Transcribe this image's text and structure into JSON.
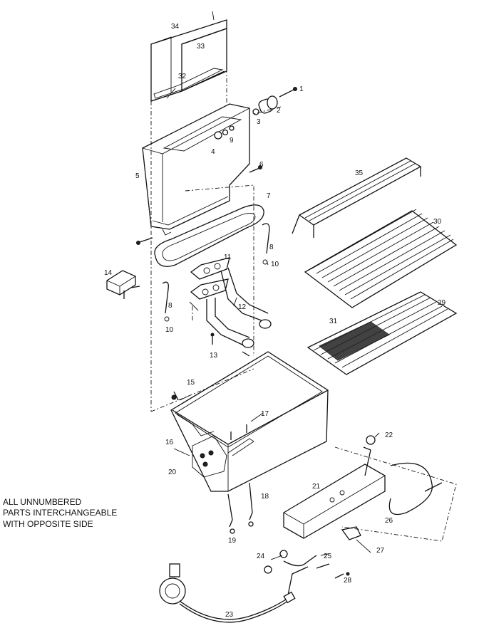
{
  "note": {
    "lines": [
      "ALL UNNUMBERED",
      "PARTS INTERCHANGEABLE",
      "WITH OPPOSITE SIDE"
    ]
  },
  "callouts": [
    {
      "id": "1",
      "label": "1"
    },
    {
      "id": "2",
      "label": "2"
    },
    {
      "id": "3",
      "label": "3"
    },
    {
      "id": "4",
      "label": "4"
    },
    {
      "id": "5",
      "label": "5"
    },
    {
      "id": "6",
      "label": "6"
    },
    {
      "id": "7",
      "label": "7"
    },
    {
      "id": "8a",
      "label": "8"
    },
    {
      "id": "8b",
      "label": "8"
    },
    {
      "id": "9",
      "label": "9"
    },
    {
      "id": "10a",
      "label": "10"
    },
    {
      "id": "10b",
      "label": "10"
    },
    {
      "id": "11",
      "label": "11"
    },
    {
      "id": "12",
      "label": "12"
    },
    {
      "id": "13",
      "label": "13"
    },
    {
      "id": "14",
      "label": "14"
    },
    {
      "id": "15",
      "label": "15"
    },
    {
      "id": "16",
      "label": "16"
    },
    {
      "id": "17",
      "label": "17"
    },
    {
      "id": "18",
      "label": "18"
    },
    {
      "id": "19",
      "label": "19"
    },
    {
      "id": "20",
      "label": "20"
    },
    {
      "id": "21",
      "label": "21"
    },
    {
      "id": "22",
      "label": "22"
    },
    {
      "id": "23",
      "label": "23"
    },
    {
      "id": "24",
      "label": "24"
    },
    {
      "id": "25",
      "label": "25"
    },
    {
      "id": "26",
      "label": "26"
    },
    {
      "id": "27",
      "label": "27"
    },
    {
      "id": "28",
      "label": "28"
    },
    {
      "id": "29",
      "label": "29"
    },
    {
      "id": "30",
      "label": "30"
    },
    {
      "id": "31",
      "label": "31"
    },
    {
      "id": "32",
      "label": "32"
    },
    {
      "id": "33",
      "label": "33"
    },
    {
      "id": "34",
      "label": "34"
    },
    {
      "id": "35",
      "label": "35"
    }
  ]
}
